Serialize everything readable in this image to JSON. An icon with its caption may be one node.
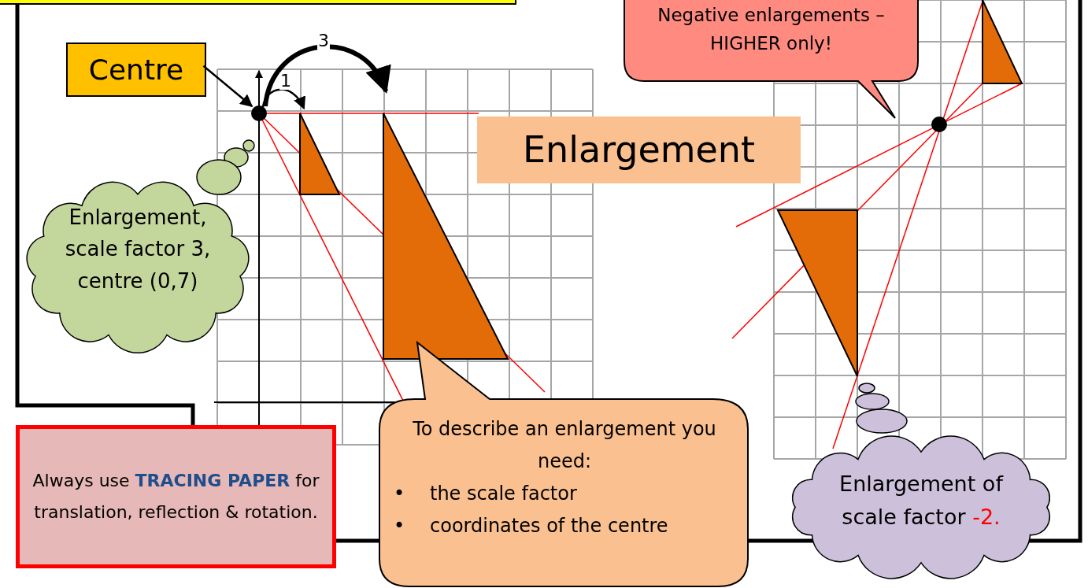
{
  "diagram": {
    "title": "Enlargement",
    "nodes": [
      {
        "text": [
          "Centre"
        ]
      },
      {
        "text": [],
        "shape": "circle"
      },
      {
        "text": [],
        "shape": "triangle"
      },
      {
        "text": [],
        "shape": "triangle"
      },
      {
        "text": [
          "Negative enlargements – HIGHER only!"
        ]
      },
      {
        "text": [
          "Enlargement, scale factor 3, centre (0,7)"
        ]
      },
      {
        "text": [
          "Always use **TRACING PAPER** for translation, reflection & rotation."
        ]
      },
      {
        "text": [
          "To describe an enlargement you need:",
          "the scale factor",
          "coordinates of the centre"
        ]
      },
      {
        "text": [
          "Enlargement of scale factor",
          "-2."
        ]
      },
      {
        "text": [],
        "shape": "triangle"
      },
      {
        "text": [],
        "shape": "circle"
      },
      {
        "text": [],
        "shape": "triangle"
      }
    ],
    "edges": [
      {
        "from": 0,
        "to": 1,
        "arrow": "to"
      },
      {
        "from": 1,
        "to": 2,
        "arrow": "to",
        "label": "1"
      },
      {
        "from": 1,
        "to": 3,
        "arrow": "to",
        "label": "3",
        "style": "thick"
      }
    ],
    "labels": [
      "•",
      "•"
    ]
  }
}
